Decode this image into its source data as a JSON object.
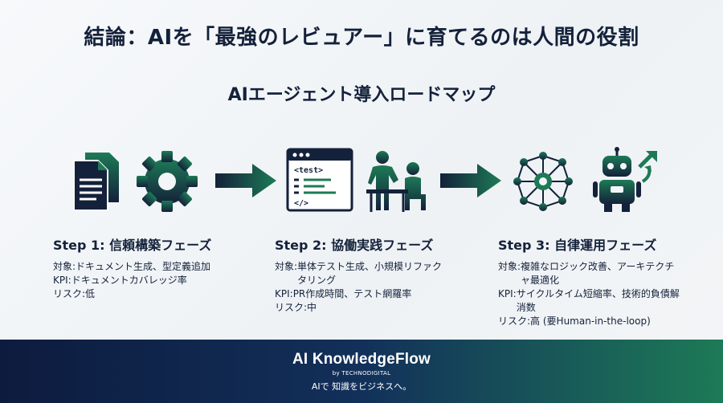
{
  "title": "結論：AIを「最強のレビュアー」に育てるのは人間の役割",
  "subtitle": "AIエージェント導入ロードマップ",
  "code_label": "<test>",
  "code_tag": "</>",
  "steps": [
    {
      "title": "Step 1: 信頼構築フェーズ",
      "target_label": "対象: ",
      "target": "ドキュメント生成、型定義追加",
      "kpi_label": "KPI: ",
      "kpi": "ドキュメントカバレッジ率",
      "risk_label": "リスク: ",
      "risk": "低"
    },
    {
      "title": "Step 2: 協働実践フェーズ",
      "target_label": "対象: ",
      "target": "単体テスト生成、小規模リファクタリング",
      "kpi_label": "KPI: ",
      "kpi": "PR作成時間、テスト網羅率",
      "risk_label": "リスク: ",
      "risk": "中"
    },
    {
      "title": "Step 3: 自律運用フェーズ",
      "target_label": "対象: ",
      "target": "複雑なロジック改善、アーキテクチャ最適化",
      "kpi_label": "KPI: ",
      "kpi": "サイクルタイム短縮率、技術的負債解消数",
      "risk_label": "リスク: ",
      "risk": "高 (要Human-in-the-loop)"
    }
  ],
  "footer": {
    "brand": "AI KnowledgeFlow",
    "by": "by TECHNODIGITAL",
    "tagline": "AIで 知識をビジネスへ。"
  },
  "colors": {
    "navy": "#14213a",
    "teal": "#1d7a56",
    "footer_start": "#0d1b3e",
    "footer_end": "#1d7a56"
  },
  "icons": [
    "documents-icon",
    "gear-icon",
    "arrow-right-icon",
    "code-window-icon",
    "pair-work-icon",
    "arrow-right-icon",
    "network-icon",
    "robot-icon"
  ]
}
